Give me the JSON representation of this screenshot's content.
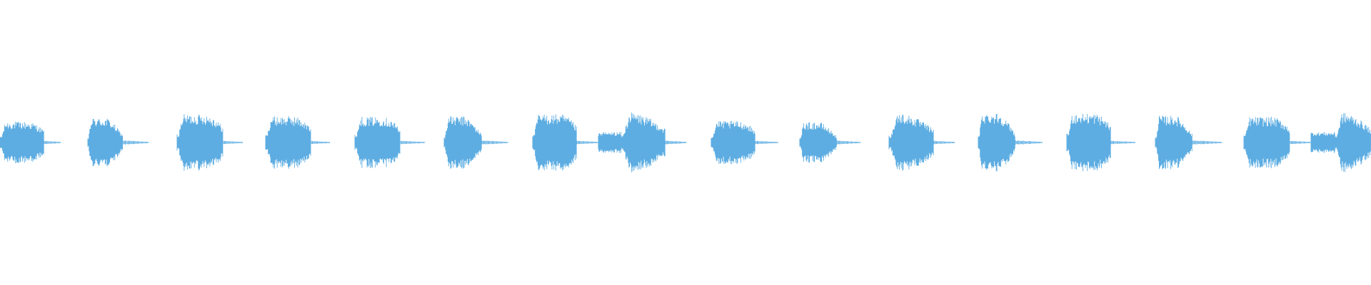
{
  "waveform": {
    "color": "#5dade2",
    "background": "#ffffff",
    "total_span": 1920,
    "segments": [
      {
        "start": 0,
        "end": 62,
        "tail": 85,
        "amp": 0.7,
        "tail_amp": 0.04,
        "shape": "dome"
      },
      {
        "start": 123,
        "end": 172,
        "tail": 208,
        "amp": 0.82,
        "tail_amp": 0.06,
        "shape": "fade"
      },
      {
        "start": 248,
        "end": 312,
        "tail": 340,
        "amp": 0.95,
        "tail_amp": 0.04,
        "shape": "dome"
      },
      {
        "start": 372,
        "end": 435,
        "tail": 462,
        "amp": 0.88,
        "tail_amp": 0.04,
        "shape": "dome"
      },
      {
        "start": 497,
        "end": 560,
        "tail": 595,
        "amp": 0.86,
        "tail_amp": 0.04,
        "shape": "dome"
      },
      {
        "start": 622,
        "end": 675,
        "tail": 712,
        "amp": 0.88,
        "tail_amp": 0.06,
        "shape": "fade"
      },
      {
        "start": 746,
        "end": 808,
        "tail": 838,
        "amp": 0.95,
        "tail_amp": 0.04,
        "shape": "dome"
      },
      {
        "start": 838,
        "end": 870,
        "tail": 870,
        "amp": 0.35,
        "tail_amp": 0.0,
        "shape": "flat"
      },
      {
        "start": 870,
        "end": 932,
        "tail": 962,
        "amp": 1.0,
        "tail_amp": 0.05,
        "shape": "peak"
      },
      {
        "start": 996,
        "end": 1058,
        "tail": 1090,
        "amp": 0.72,
        "tail_amp": 0.04,
        "shape": "dome"
      },
      {
        "start": 1120,
        "end": 1172,
        "tail": 1205,
        "amp": 0.68,
        "tail_amp": 0.05,
        "shape": "fade"
      },
      {
        "start": 1245,
        "end": 1308,
        "tail": 1338,
        "amp": 0.98,
        "tail_amp": 0.04,
        "shape": "peak"
      },
      {
        "start": 1370,
        "end": 1422,
        "tail": 1460,
        "amp": 1.0,
        "tail_amp": 0.06,
        "shape": "fade"
      },
      {
        "start": 1494,
        "end": 1556,
        "tail": 1590,
        "amp": 0.98,
        "tail_amp": 0.04,
        "shape": "dome"
      },
      {
        "start": 1618,
        "end": 1670,
        "tail": 1712,
        "amp": 0.9,
        "tail_amp": 0.06,
        "shape": "fade"
      },
      {
        "start": 1742,
        "end": 1806,
        "tail": 1836,
        "amp": 0.86,
        "tail_amp": 0.04,
        "shape": "dome"
      },
      {
        "start": 1836,
        "end": 1870,
        "tail": 1870,
        "amp": 0.35,
        "tail_amp": 0.0,
        "shape": "flat"
      },
      {
        "start": 1870,
        "end": 1920,
        "tail": 1920,
        "amp": 1.0,
        "tail_amp": 0.0,
        "shape": "peak"
      }
    ]
  }
}
